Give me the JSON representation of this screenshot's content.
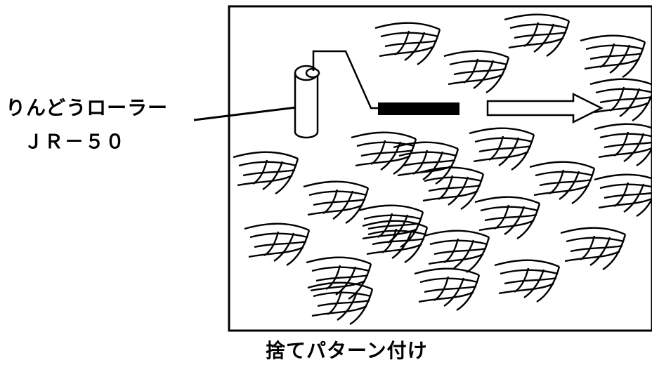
{
  "labels": {
    "roller_name": "りんどうローラー",
    "roller_model": "ＪＲ－５０",
    "caption": "捨てパターン付け"
  },
  "colors": {
    "ink": "#000000",
    "background": "#ffffff"
  },
  "icons": {
    "roller": "paint-roller-icon",
    "direction": "right-arrow-icon",
    "pattern": "brush-stroke-pattern-icon"
  },
  "pattern_mark_count": 24
}
